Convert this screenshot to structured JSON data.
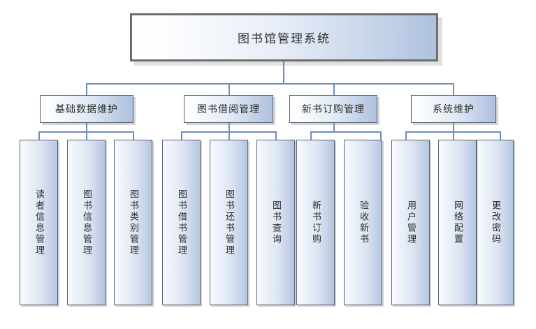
{
  "diagram": {
    "title": "图书馆管理系统",
    "type": "org-chart",
    "colors": {
      "node_border": "#5a6472",
      "root_border": "#6e6e6e",
      "connector": "#6d8ebf",
      "gradient_light": "#ffffff",
      "gradient_dark": "#aec1de",
      "shadow": "#d8d8d8",
      "background": "#ffffff",
      "text": "#2d2d2d"
    },
    "root": {
      "label": "图书馆管理系统"
    },
    "branches": [
      {
        "label": "基础数据维护",
        "leaves": [
          {
            "label": "读者信息管理"
          },
          {
            "label": "图书信息管理"
          },
          {
            "label": "图书类别管理"
          }
        ]
      },
      {
        "label": "图书借阅管理",
        "leaves": [
          {
            "label": "图书借书管理"
          },
          {
            "label": "图书还书管理"
          },
          {
            "label": "图书查询"
          }
        ]
      },
      {
        "label": "新书订购管理",
        "leaves": [
          {
            "label": "新书订购"
          },
          {
            "label": "验收新书"
          }
        ]
      },
      {
        "label": "系统维护",
        "leaves": [
          {
            "label": "用户管理"
          },
          {
            "label": "网络配置"
          },
          {
            "label": "更改密码"
          }
        ]
      }
    ]
  }
}
